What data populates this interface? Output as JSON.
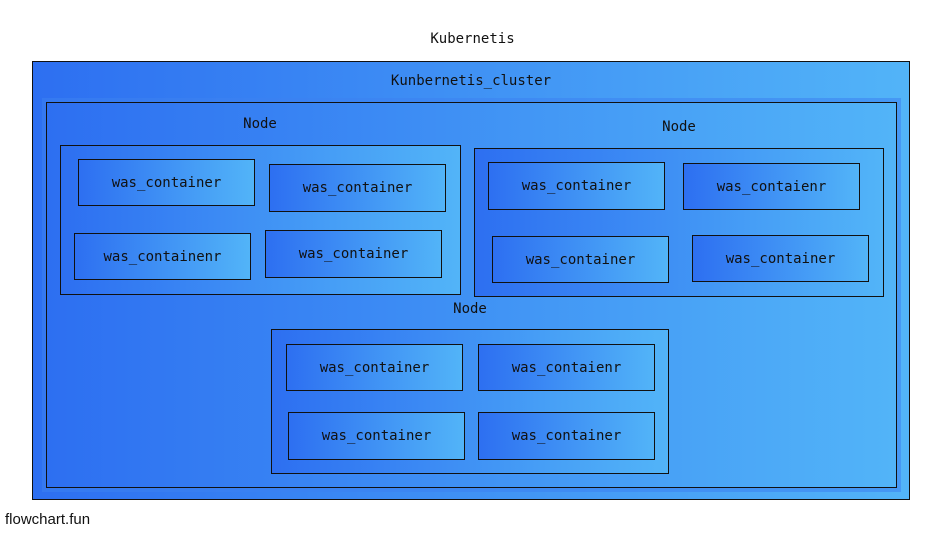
{
  "diagram": {
    "title": "Kubernetis",
    "cluster_label": "Kunbernetis_cluster",
    "nodes": [
      {
        "label": "Node",
        "containers": [
          "was_container",
          "was_container",
          "was_containenr",
          "was_container"
        ]
      },
      {
        "label": "Node",
        "containers": [
          "was_container",
          "was_contaienr",
          "was_container",
          "was_container"
        ]
      },
      {
        "label": "Node",
        "containers": [
          "was_container",
          "was_contaienr",
          "was_container",
          "was_container"
        ]
      }
    ]
  },
  "footer": {
    "brand": "flowchart.fun"
  },
  "colors": {
    "gradient_start": "#2d6ff1",
    "gradient_end": "#52b4f8",
    "border": "#111111"
  }
}
